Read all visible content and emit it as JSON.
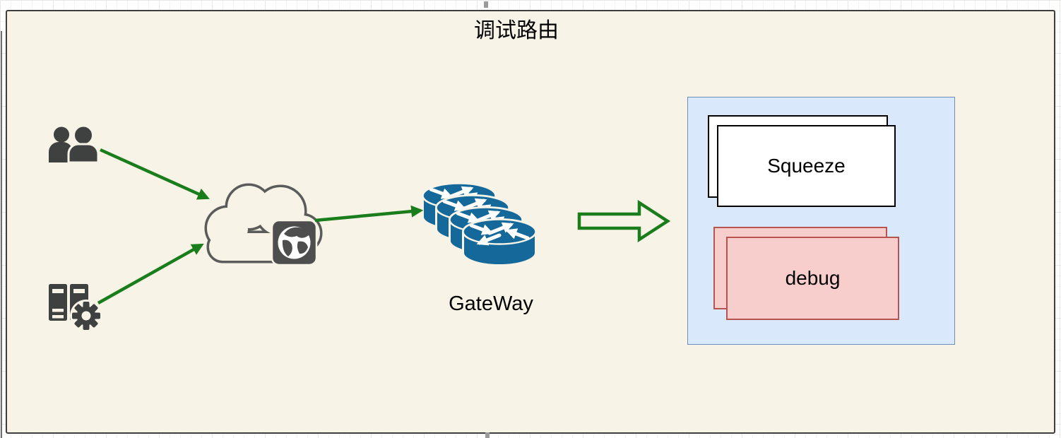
{
  "diagram": {
    "title": "调试路由",
    "nodes": {
      "users": {
        "icon": "users-icon"
      },
      "servers": {
        "icon": "servers-gear-icon"
      },
      "cloud": {
        "icon": "cloud-internet-icon"
      },
      "gateway": {
        "label": "GateWay",
        "icon": "router-stack-icon"
      },
      "squeeze": {
        "label": "Squeeze"
      },
      "debug": {
        "label": "debug"
      }
    },
    "connections": [
      {
        "from": "users",
        "to": "cloud",
        "style": "green-arrow"
      },
      {
        "from": "servers",
        "to": "cloud",
        "style": "green-arrow"
      },
      {
        "from": "cloud",
        "to": "gateway",
        "style": "green-arrow"
      },
      {
        "from": "gateway",
        "to": "container",
        "style": "hollow-block-arrow"
      }
    ],
    "colors": {
      "canvas_fill": "#f7f3e7",
      "canvas_border": "#3e3e3e",
      "arrow_green": "#1a7d1c",
      "router_blue": "#15699a",
      "icon_gray": "#3f4040",
      "cloud_gray": "#5b5b5b",
      "container_fill": "#dae8fc",
      "container_border": "#6c8ebf",
      "debug_fill": "#f8cecc",
      "debug_border": "#b85450",
      "card_fill": "#ffffff",
      "card_border": "#000000"
    }
  }
}
